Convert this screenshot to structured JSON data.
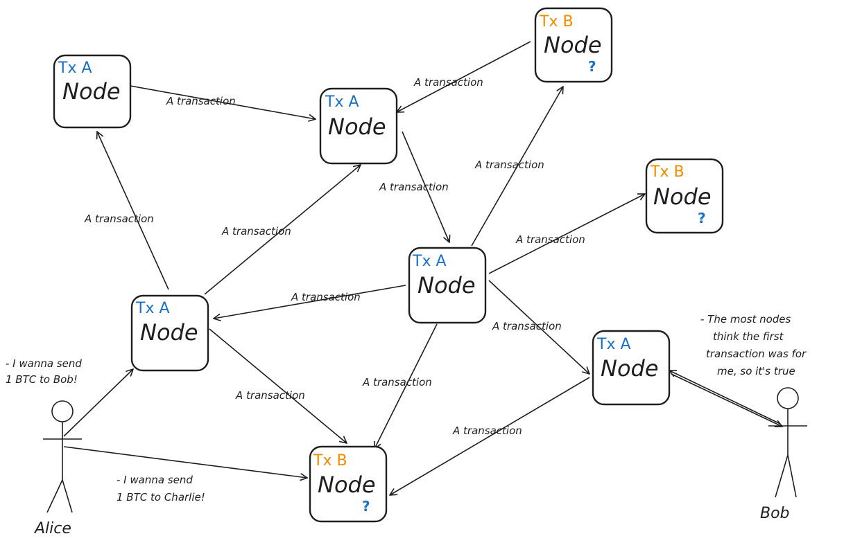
{
  "colors": {
    "tx_a": "#1971c2",
    "tx_b": "#f08c00",
    "ink": "#1e1e1e"
  },
  "node_title": "Node",
  "unknown_mark": "?",
  "edge_label": "A transaction",
  "nodes": [
    {
      "id": "n1",
      "tx": "Tx A",
      "color": "tx_a",
      "unknown": false
    },
    {
      "id": "n2",
      "tx": "Tx A",
      "color": "tx_a",
      "unknown": false
    },
    {
      "id": "n3",
      "tx": "Tx B",
      "color": "tx_b",
      "unknown": true
    },
    {
      "id": "n4",
      "tx": "Tx B",
      "color": "tx_b",
      "unknown": true
    },
    {
      "id": "n5",
      "tx": "Tx A",
      "color": "tx_a",
      "unknown": false
    },
    {
      "id": "n6",
      "tx": "Tx A",
      "color": "tx_a",
      "unknown": false
    },
    {
      "id": "n7",
      "tx": "Tx A",
      "color": "tx_a",
      "unknown": false
    },
    {
      "id": "n8",
      "tx": "Tx B",
      "color": "tx_b",
      "unknown": true
    }
  ],
  "people": [
    {
      "id": "alice",
      "name": "Alice"
    },
    {
      "id": "bob",
      "name": "Bob"
    }
  ],
  "notes": {
    "alice_to_bob": [
      "- I wanna send",
      "1 BTC to Bob!"
    ],
    "alice_to_charlie": [
      "- I wanna send",
      "1 BTC to Charlie!"
    ],
    "bob_claim": [
      "- The most nodes",
      "think the first",
      "transaction was for",
      "me, so it's true"
    ]
  }
}
